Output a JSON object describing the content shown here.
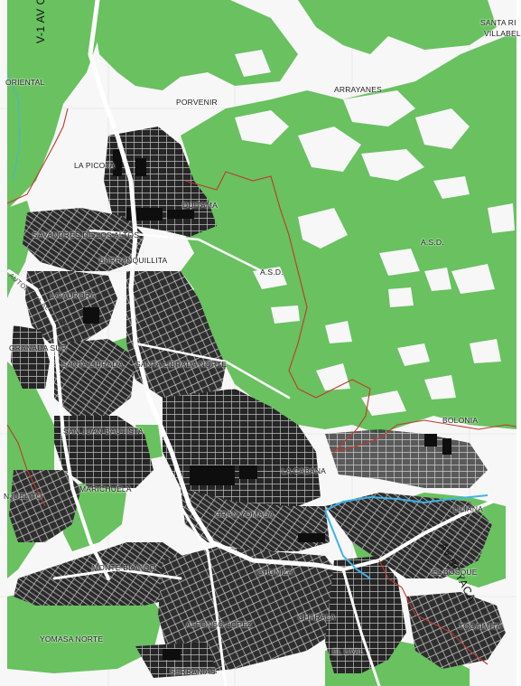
{
  "map": {
    "colors": {
      "green": "#69c160",
      "urban": "#2a2a2a",
      "block": "#585858",
      "boundary": "#c0392b",
      "river": "#3db4e8",
      "background": "#f7f7f7"
    },
    "roads": {
      "caracas": "V-1 AV CARACAS",
      "boyaca": "AV BOYACA",
      "autopista": "AUTOPISTA AL LLANO"
    },
    "places": {
      "santa_rita": "SANTA RI",
      "villabello": "VILLABEL",
      "oriental": "ORIENTAL",
      "arrayanes": "ARRAYANES",
      "porvenir": "PORVENIR",
      "la_picota": "LA PICOTA",
      "duitama": "DUITAMA",
      "asd_east": "A.S.D.",
      "savanales": "SAVANDRES DE LOS ALTOS",
      "barranquillita": "BARRANQUILLITA",
      "asd_center": "A.S.D.",
      "la_aurora": "LA AURORA",
      "granada_sur": "GRANADA SUR",
      "santa_librada": "SANTA LIBRADA",
      "santa_librada_norte": "SANTA LIBRADA NORTE",
      "bolonia": "BOLONIA",
      "san_juan_bautista": "SAN JUAN BAUTISTA",
      "la_cabana": "LA CABANA",
      "juelito": "NJUELITO",
      "marichuela": "MARICHUELA",
      "gran_yomasa": "GRAN YOMASA",
      "liliana": "LILIANA",
      "monte_blanco": "MONTE BLANCO",
      "chuniza": "CHUNIZA",
      "el_bosque": "EL BOSQUE",
      "yomasa_norte": "YOMASA NORTE",
      "alfonso_lopez": "ALFONSO LOPEZ",
      "charala": "CHARALA",
      "tocaimita": "TOCAIMITA",
      "el_uval": "EL UVAL",
      "serranias": "SERRANIAS"
    }
  }
}
